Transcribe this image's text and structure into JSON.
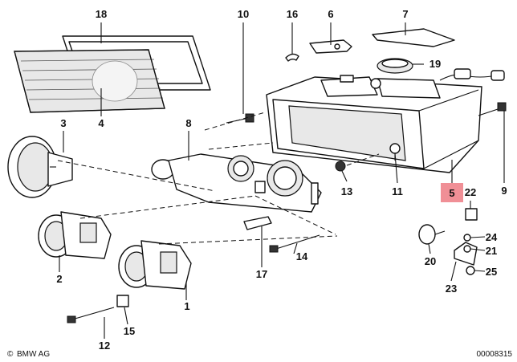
{
  "diagram": {
    "part_numbers": [
      "1",
      "2",
      "3",
      "4",
      "5",
      "6",
      "7",
      "8",
      "9",
      "10",
      "11",
      "12",
      "13",
      "14",
      "15",
      "16",
      "17",
      "18",
      "19",
      "20",
      "21",
      "22",
      "23",
      "24",
      "25"
    ],
    "highlighted_part": "5",
    "highlight_color": "#f08f96",
    "brand": "BMW AG",
    "copyright_symbol": "©",
    "drawing_number": "00008315"
  }
}
